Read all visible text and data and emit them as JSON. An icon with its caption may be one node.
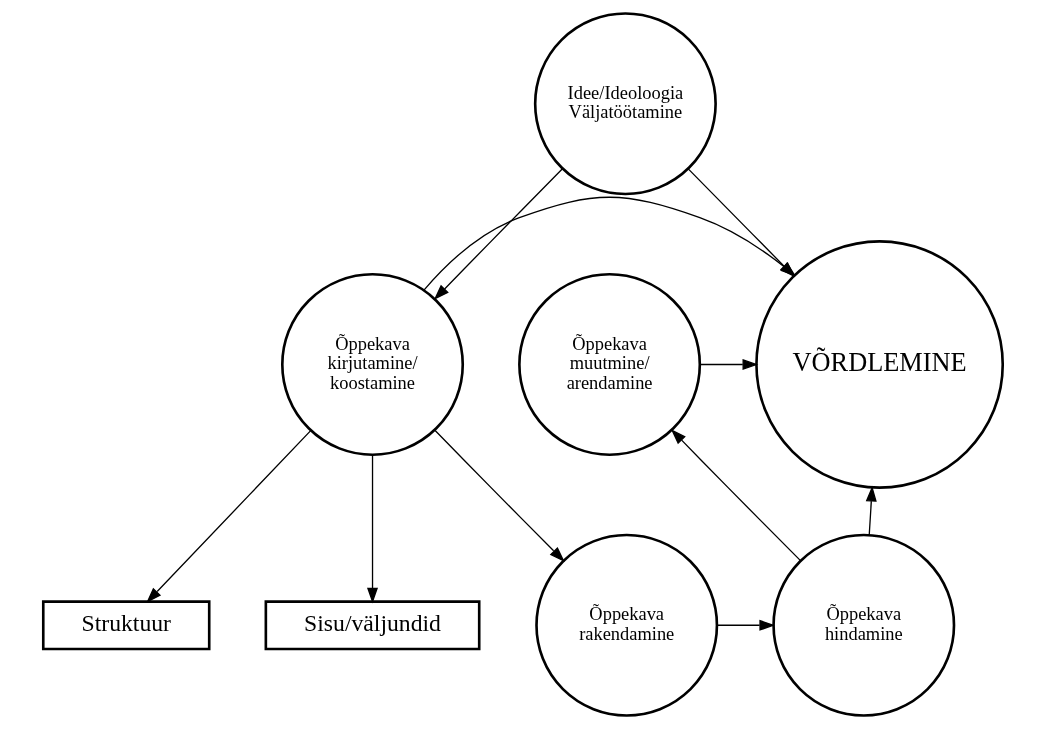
{
  "diagram": {
    "nodes": [
      {
        "text": [
          "Idee/Ideoloogia Väljatöötamine"
        ]
      },
      {
        "text": [
          "Õppekava muutmine/ arendamine"
        ]
      },
      {
        "text": [
          "VÕRDLEMINE"
        ]
      },
      {
        "text": [
          "Õppekava kirjutamine/ koostamine"
        ]
      },
      {
        "text": [
          "Struktuur"
        ]
      },
      {
        "text": [
          "Sisu/väljundid"
        ]
      },
      {
        "text": [
          "Õppekava hindamine"
        ]
      },
      {
        "text": [
          "Õppekava rakendamine"
        ]
      }
    ],
    "edges": [
      {
        "from": 0,
        "to": 2,
        "arrow": "to"
      },
      {
        "from": 0,
        "to": 3,
        "arrow": "to"
      },
      {
        "from": 1,
        "to": 2,
        "arrow": "to"
      },
      {
        "from": 3,
        "to": 2,
        "arrow": "to"
      },
      {
        "from": 3,
        "to": 4,
        "arrow": "to"
      },
      {
        "from": 3,
        "to": 5,
        "arrow": "to"
      },
      {
        "from": 3,
        "to": 7,
        "arrow": "to"
      },
      {
        "from": 7,
        "to": 6,
        "arrow": "to"
      },
      {
        "from": 6,
        "to": 1,
        "arrow": "to"
      },
      {
        "from": 6,
        "to": 2,
        "arrow": "to"
      }
    ]
  }
}
